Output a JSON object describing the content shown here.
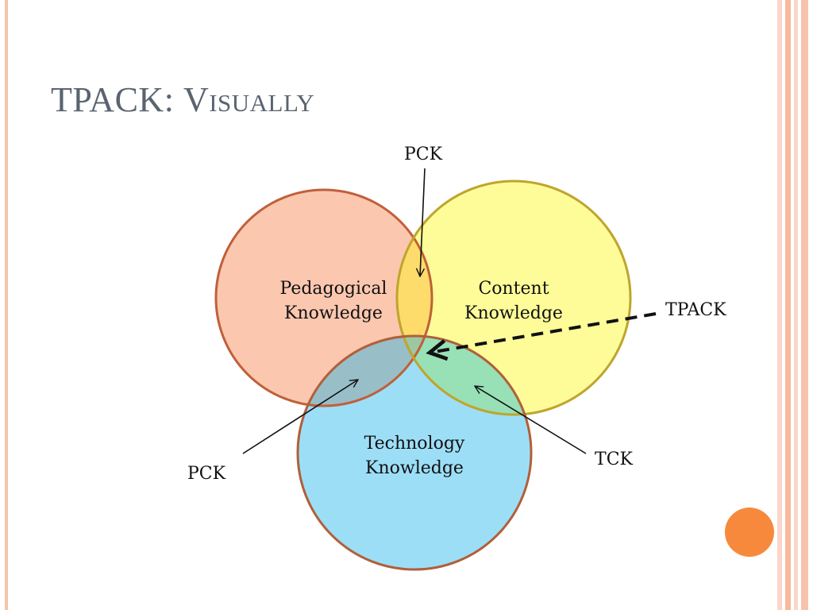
{
  "slide": {
    "title_first": "TPACK: ",
    "title_rest": "Visually"
  },
  "circles": {
    "pedagogical": {
      "line1": "Pedagogical",
      "line2": "Knowledge",
      "fill": "#f9a57e",
      "stroke": "#c0603a"
    },
    "content": {
      "line1": "Content",
      "line2": "Knowledge",
      "fill": "#fdfb87",
      "stroke": "#bfa52d"
    },
    "technology": {
      "line1": "Technology",
      "line2": "Knowledge",
      "fill": "#8fdaf6",
      "stroke": "#b0603a"
    }
  },
  "callouts": {
    "pck_top": "PCK",
    "tpack": "TPACK",
    "pck_bottom": "PCK",
    "tck": "TCK"
  },
  "theme": {
    "stripe_colors": [
      "#f7c3ad",
      "#fad6c8",
      "#f7b89c"
    ],
    "accent_dot": "#f7893c",
    "title_color": "#5a6470"
  }
}
